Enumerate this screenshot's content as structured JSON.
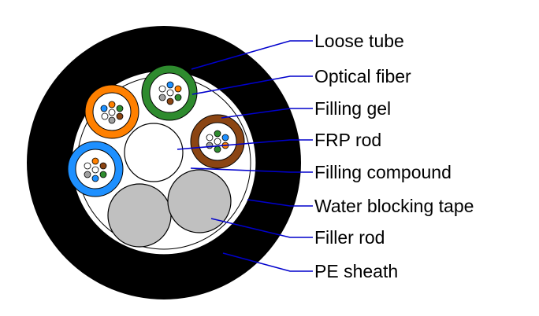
{
  "colors": {
    "sheath": "#000000",
    "leader": "#0000cc",
    "filler": "#c0c0c0",
    "tube_orange": "#ff8000",
    "tube_green": "#2e8b2e",
    "tube_brown": "#8b4513",
    "tube_blue": "#1e90ff",
    "fiber_colors": [
      "#1e90ff",
      "#ff8000",
      "#2e8b2e",
      "#8b4513",
      "#a0a0a0",
      "#ffffff"
    ]
  },
  "labels": {
    "loose_tube": "Loose tube",
    "optical_fiber": "Optical fiber",
    "filling_gel": "Filling gel",
    "frp_rod": "FRP rod",
    "filling_compound": "Filling compound",
    "water_blocking_tape": "Water blocking tape",
    "filler_rod": "Filler rod",
    "pe_sheath": "PE sheath"
  }
}
